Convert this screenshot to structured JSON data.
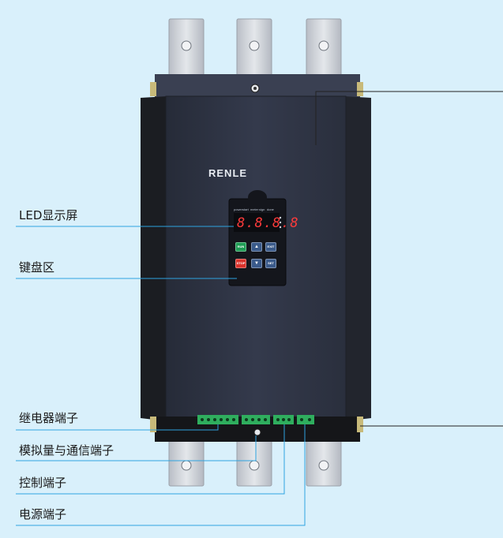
{
  "product": {
    "brand": "RENLE",
    "led_display": "8.8.8.8",
    "indicators": [
      "power",
      "start",
      "meter",
      "sign",
      "done"
    ]
  },
  "keypad": {
    "run": "RUN",
    "stop": "STOP",
    "exit": "EXIT",
    "set": "SET",
    "up_icon": "up-arrow-icon",
    "down_icon": "down-arrow-icon"
  },
  "callouts": {
    "led": "LED显示屏",
    "keypad": "键盘区",
    "relay": "继电器端子",
    "analog_comm": "模拟量与通信端子",
    "control": "控制端子",
    "power": "电源端子"
  },
  "colors": {
    "background": "#d9f0fb",
    "leader_line": "#2ea3e0",
    "body_front": "#2e3444",
    "body_side": "#1b1d22",
    "terminal_green": "#2fae5e",
    "busbar": "#cfd3d9",
    "led_red": "#ff3b3b",
    "key_run": "#1f9d55",
    "key_stop": "#d9322b",
    "key_neutral": "#3a5a8a"
  }
}
